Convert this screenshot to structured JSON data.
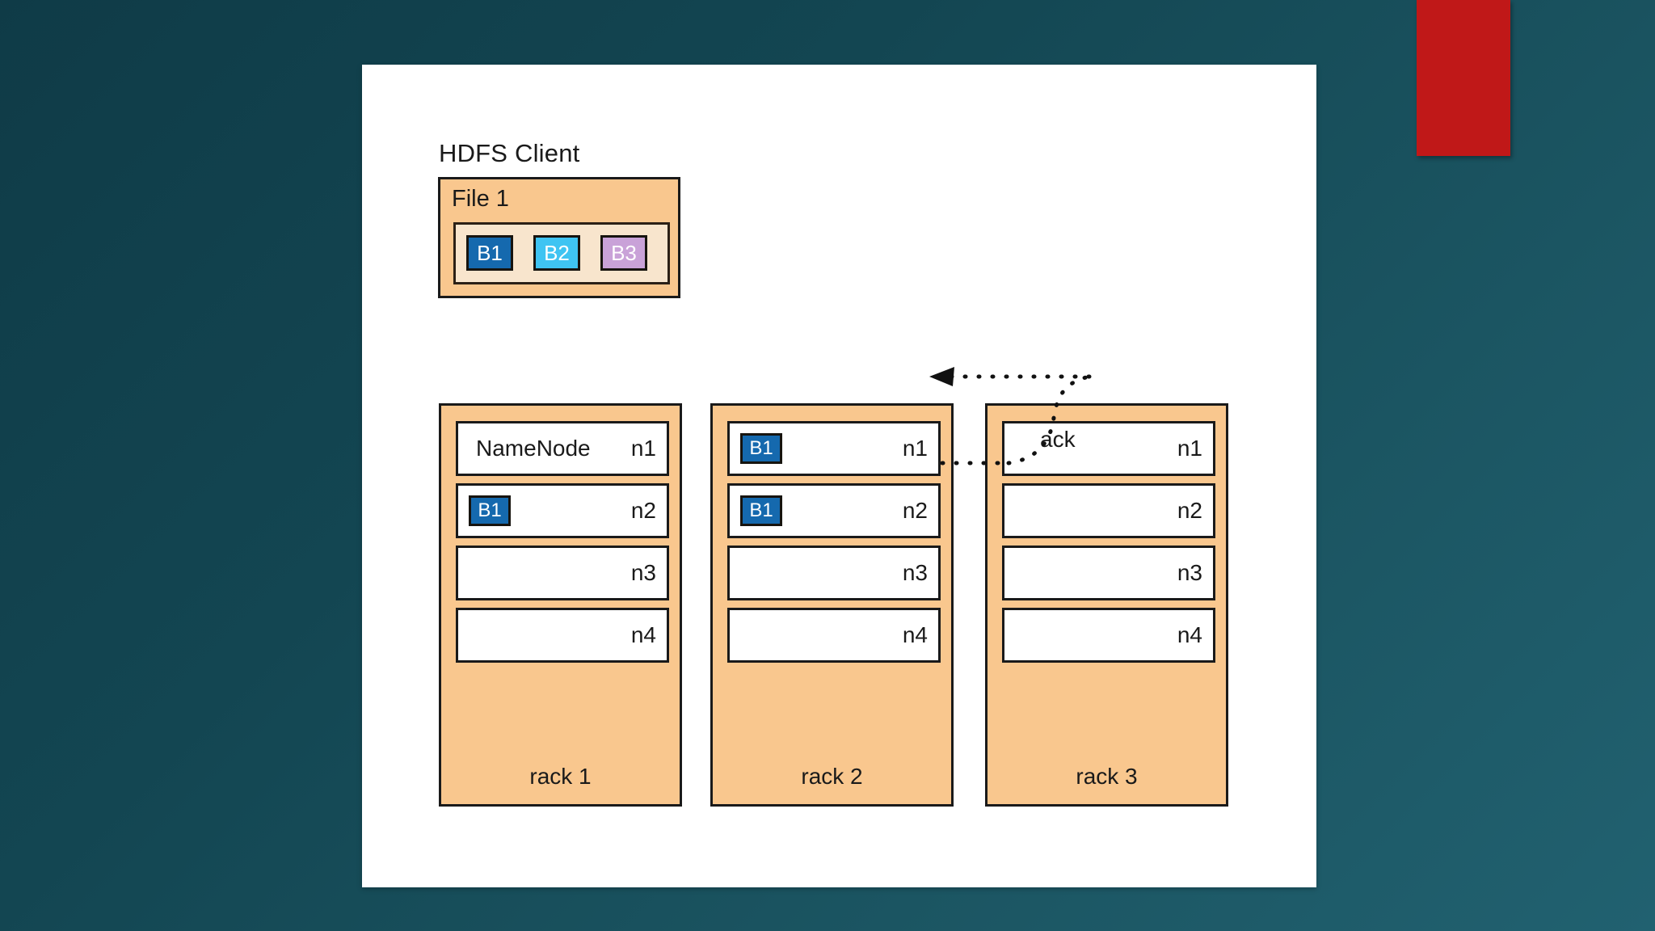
{
  "slide": {
    "background_color": "#ffffff",
    "canvas_background": "#134652",
    "accent_rect_color": "#c01818"
  },
  "client": {
    "title": "HDFS Client",
    "file_label": "File 1",
    "blocks": [
      {
        "label": "B1",
        "color": "#1569ae"
      },
      {
        "label": "B2",
        "color": "#3fc4f2"
      },
      {
        "label": "B3",
        "color": "#c9a2d8"
      }
    ]
  },
  "racks": [
    {
      "label": "rack 1",
      "nodes": [
        {
          "name": "n1",
          "main": "NameNode",
          "block": ""
        },
        {
          "name": "n2",
          "main": "",
          "block": "B1"
        },
        {
          "name": "n3",
          "main": "",
          "block": ""
        },
        {
          "name": "n4",
          "main": "",
          "block": ""
        }
      ]
    },
    {
      "label": "rack 2",
      "nodes": [
        {
          "name": "n1",
          "main": "",
          "block": "B1"
        },
        {
          "name": "n2",
          "main": "",
          "block": "B1"
        },
        {
          "name": "n3",
          "main": "",
          "block": ""
        },
        {
          "name": "n4",
          "main": "",
          "block": ""
        }
      ]
    },
    {
      "label": "rack 3",
      "nodes": [
        {
          "name": "n1",
          "main": "",
          "block": "",
          "ack": "ack"
        },
        {
          "name": "n2",
          "main": "",
          "block": ""
        },
        {
          "name": "n3",
          "main": "",
          "block": ""
        },
        {
          "name": "n4",
          "main": "",
          "block": ""
        }
      ]
    }
  ],
  "annotations": {
    "ack_label": "ack",
    "ack_flow_description": "dotted acknowledgement path from rack 3 node n2 back to rack 2 node n1"
  }
}
